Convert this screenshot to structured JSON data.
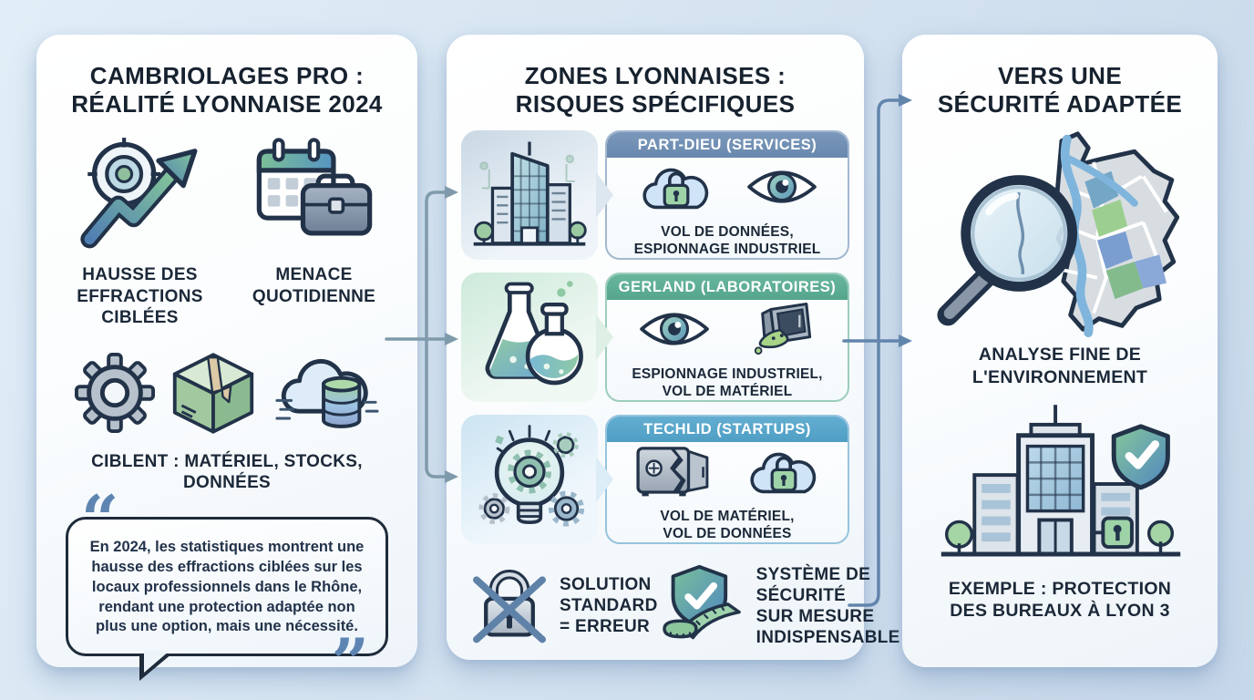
{
  "infographic": {
    "left": {
      "title": "CAMBRIOLAGES PRO :\nRÉALITÉ LYONNAISE 2024",
      "stats": [
        {
          "icon": "target-growth-icon",
          "label": "HAUSSE DES\nEFFRACTIONS\nCIBLÉES"
        },
        {
          "icon": "calendar-briefcase-icon",
          "label": "MENACE\nQUOTIDIENNE"
        }
      ],
      "targets": {
        "icons": [
          "gear-icon",
          "package-icon",
          "cloud-database-icon"
        ],
        "label": "CIBLENT : MATÉRIEL, STOCKS,\nDONNÉES"
      },
      "quote": {
        "open_mark": "“",
        "close_mark": "”",
        "text": "En 2024, les statistiques montrent une hausse des effractions ciblées sur les locaux professionnels dans le Rhône, rendant une protection adaptée non plus une option, mais une nécessité."
      }
    },
    "middle": {
      "title": "ZONES LYONNAISES :\nRISQUES SPÉCIFIQUES",
      "zones": [
        {
          "name": "PART-DIEU (SERVICES)",
          "risks": "VOL DE DONNÉES,\nESPIONNAGE INDUSTRIEL",
          "tile_icon": "office-buildings-icon",
          "risk_icons": [
            "cloud-lock-icon",
            "eye-icon"
          ],
          "header_color": "#7290b4"
        },
        {
          "name": "GERLAND (LABORATOIRES)",
          "risks": "ESPIONNAGE INDUSTRIEL,\nVOL DE MATÉRIEL",
          "tile_icon": "lab-flasks-icon",
          "risk_icons": [
            "eye-icon",
            "open-safe-spill-icon"
          ],
          "header_color": "#5fae97"
        },
        {
          "name": "TECHLID (STARTUPS)",
          "risks": "VOL DE MATÉRIEL,\nVOL DE DONNÉES",
          "tile_icon": "idea-bulb-gears-icon",
          "risk_icons": [
            "broken-safe-icon",
            "cloud-lock-icon"
          ],
          "header_color": "#58a6cb"
        }
      ],
      "warnings": [
        {
          "icon": "crossed-padlock-icon",
          "label": "SOLUTION\nSTANDARD\n= ERREUR"
        },
        {
          "icon": "shield-measuring-tape-icon",
          "label": "SYSTÈME DE\nSÉCURITÉ\nSUR MESURE\nINDISPENSABLE"
        }
      ]
    },
    "right": {
      "title": "VERS UNE\nSÉCURITÉ ADAPTÉE",
      "map_icon": "magnifier-city-map-icon",
      "analysis_label": "ANALYSE FINE DE\nL'ENVIRONNEMENT",
      "example_icon": "protected-office-icon",
      "example_label": "EXEMPLE : PROTECTION\nDES BUREAUX À LYON 3"
    },
    "colors": {
      "background": "#d6e4f1",
      "panel": "#fbfdfe",
      "text": "#1b2838",
      "accent_blue": "#5c8ab8",
      "accent_green": "#7cbf9a",
      "zone_partdieu": "#7290b4",
      "zone_gerland": "#5fae97",
      "zone_techlid": "#58a6cb",
      "connector_left": "#7f9aab",
      "connector_right": "#6285ac"
    }
  }
}
